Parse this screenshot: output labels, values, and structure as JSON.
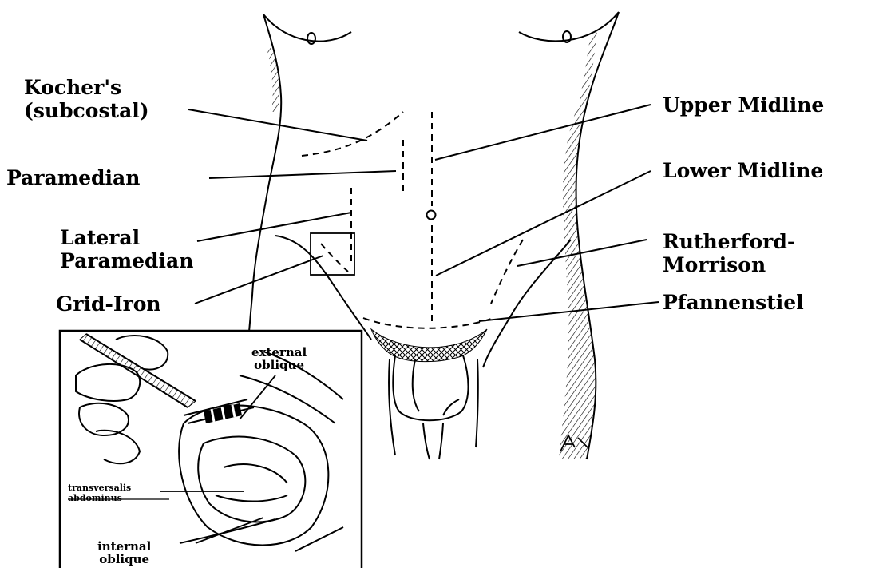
{
  "labels": {
    "kocher_line1": "Kocher's",
    "kocher_line2": "(subcostal)",
    "paramedian": "Paramedian",
    "lateral_line1": "Lateral",
    "lateral_line2": "Paramedian",
    "grid_iron": "Grid-Iron",
    "upper_midline": "Upper Midline",
    "lower_midline": "Lower Midline",
    "rutherford_line1": "Rutherford-",
    "rutherford_line2": "Morrison",
    "pfannenstiel": "Pfannenstiel"
  },
  "inset": {
    "external_line1": "external",
    "external_line2": "oblique",
    "transversalis_line1": "transversalis",
    "transversalis_line2": "abdominus",
    "internal_line1": "internal",
    "internal_line2": "oblique"
  },
  "colors": {
    "ink": "#000000",
    "background": "#ffffff"
  }
}
